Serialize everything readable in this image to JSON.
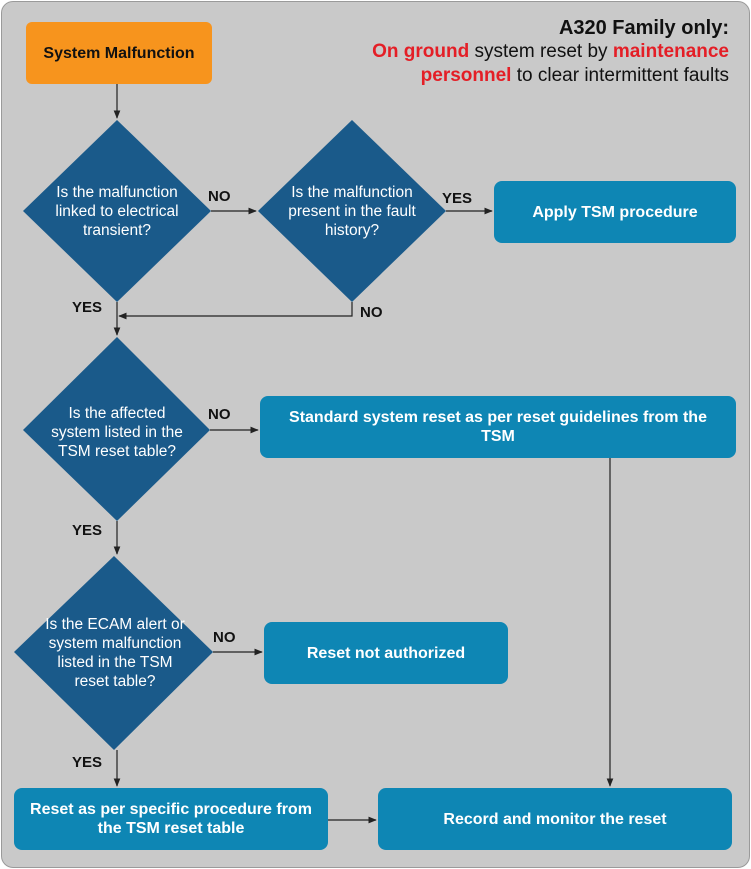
{
  "title": {
    "line1": "A320 Family only:",
    "part_red1": "On ground",
    "part_text1": " system reset by ",
    "part_red2": "maintenance personnel",
    "part_text2": " to clear intermittent faults"
  },
  "nodes": {
    "start": "System Malfunction",
    "q1": "Is the malfunction linked to electrical transient?",
    "q2": "Is the malfunction present in the fault history?",
    "apply_tsm": "Apply TSM procedure",
    "q3": "Is the affected system listed in the TSM reset table?",
    "standard_reset": "Standard system reset as per reset guidelines from the TSM",
    "q4": "Is the ECAM alert or system malfunction listed in the TSM reset table?",
    "not_authorized": "Reset not authorized",
    "specific_reset": "Reset as per specific procedure from the TSM reset table",
    "record": "Record and monitor the reset"
  },
  "labels": {
    "q1_no": "NO",
    "q2_yes": "YES",
    "q2_no": "NO",
    "q1_yes": "YES",
    "q3_no": "NO",
    "q3_yes": "YES",
    "q4_no": "NO",
    "q4_yes": "YES"
  },
  "colors": {
    "diamond": "#1a5a8a",
    "box": "#0e86b4",
    "start": "#f7941d",
    "accent_red": "#e41e26",
    "background": "#c9c9c9"
  }
}
